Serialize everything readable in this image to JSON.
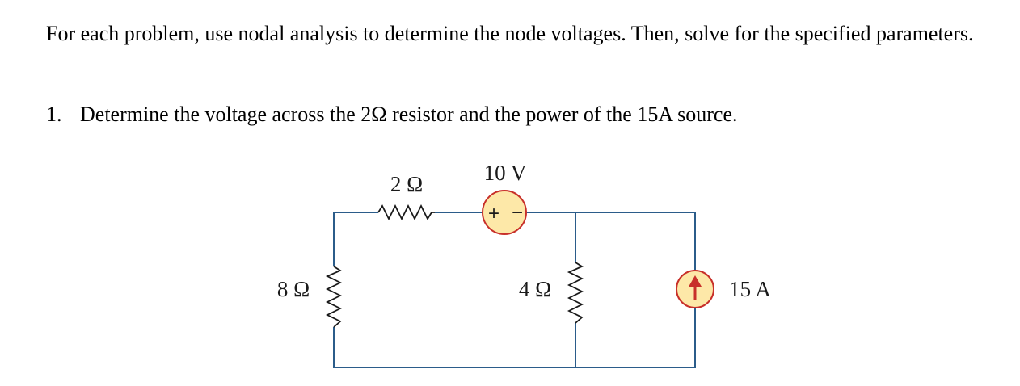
{
  "intro_text": "For each problem, use nodal analysis to determine the node voltages. Then, solve for the specified parameters.",
  "problem": {
    "number": "1.",
    "text": "Determine the voltage across the 2Ω resistor and the power of the 15A source."
  },
  "circuit": {
    "labels": {
      "resistor_2": "2 Ω",
      "voltage_source": "10 V",
      "resistor_8": "8 Ω",
      "resistor_4": "4 Ω",
      "current_source": "15 A"
    },
    "voltage_source_polarity": {
      "plus": "+",
      "minus": "−"
    },
    "colors": {
      "wire": "#2b5c8a",
      "resistor": "#1a1a1a",
      "source_fill": "#fde8a8",
      "source_stroke": "#c8302a",
      "arrow": "#c8302a"
    }
  }
}
